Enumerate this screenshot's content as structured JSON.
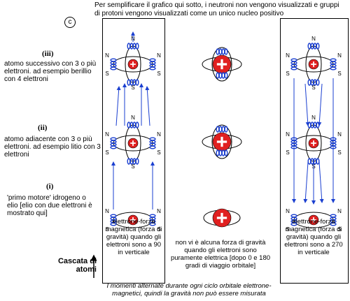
{
  "header": {
    "note": "Per semplificare il grafico qui sotto, i neutroni non vengono visualizzati e gruppi di protoni vengono visualizzati come un unico nucleo positivo"
  },
  "figure_label": "c",
  "levels": [
    {
      "numeral": "(iii)",
      "text": "atomo successivo con 3 o più elettroni. ad esempio berillio con 4 elettroni"
    },
    {
      "numeral": "(ii)",
      "text": "atomo adiacente con 3 o più elettroni. ad esempio litio con 3 elettroni"
    },
    {
      "numeral": "(i)",
      "text": "'primo motore' idrogeno o elio [elio con due elettroni è mostrato qui]"
    }
  ],
  "captions": {
    "left": "elettrone-forza magnetica (forza di gravità) quando gli elettroni sono a 90 in verticale",
    "middle": "non vi è alcuna forza di gravità quando gli elettroni sono puramente elettrica [dopo 0 e 180 gradi di viaggio orbitale]",
    "right": "elettrone-forza magnetica (forza di gravità) quando gli elettroni sono a 270 in verticale"
  },
  "cascade_label": "Cascata di atomi",
  "bottom_note": "I momenti alternate durante ogni ciclo orbitale elettrone-magnetici, quindi la gravità non può essere misurata",
  "pole_labels": {
    "north": "N",
    "south": "S"
  },
  "nucleus_symbol": "+",
  "colors": {
    "nucleus": "#e02020",
    "coil": "#1a3fd0",
    "arrow": "#1a3fd0",
    "orbit": "#000000"
  }
}
